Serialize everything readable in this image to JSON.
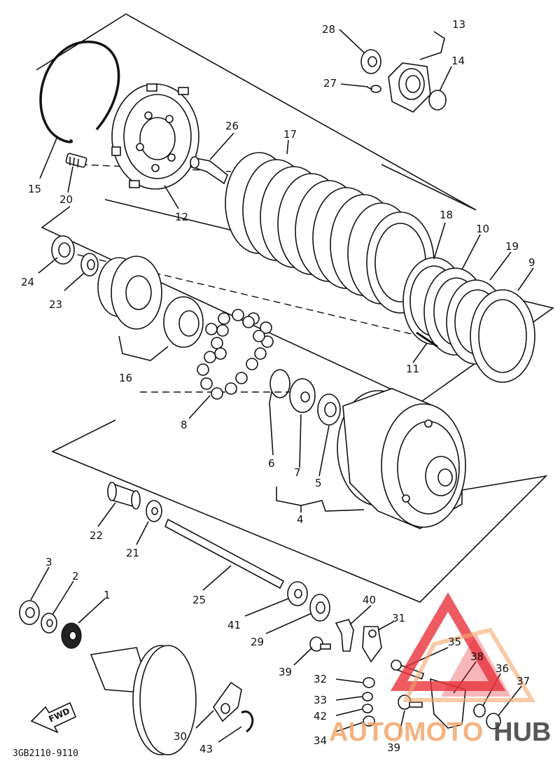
{
  "diagram": {
    "code": "3GB2110-9110",
    "fwd_label": "FWD",
    "watermark": {
      "part1": "AUTOMOTO",
      "part2": "HUB",
      "accent": "#e8323a",
      "orange": "#f3a66a"
    },
    "labels": {
      "l1": "1",
      "l2": "2",
      "l3": "3",
      "l4": "4",
      "l5": "5",
      "l6": "6",
      "l7": "7",
      "l8": "8",
      "l9": "9",
      "l10": "10",
      "l11": "11",
      "l12": "12",
      "l13": "13",
      "l14": "14",
      "l15": "15",
      "l16": "16",
      "l17": "17",
      "l18": "18",
      "l19": "19",
      "l20": "20",
      "l21": "21",
      "l22": "22",
      "l23": "23",
      "l24": "24",
      "l25": "25",
      "l26": "26",
      "l27": "27",
      "l28": "28",
      "l29": "29",
      "l30": "30",
      "l31": "31",
      "l32": "32",
      "l33": "33",
      "l34": "34",
      "l35": "35",
      "l36": "36",
      "l37": "37",
      "l38": "38",
      "l39a": "39",
      "l39b": "39",
      "l40": "40",
      "l41": "41",
      "l42": "42",
      "l43": "43"
    }
  }
}
